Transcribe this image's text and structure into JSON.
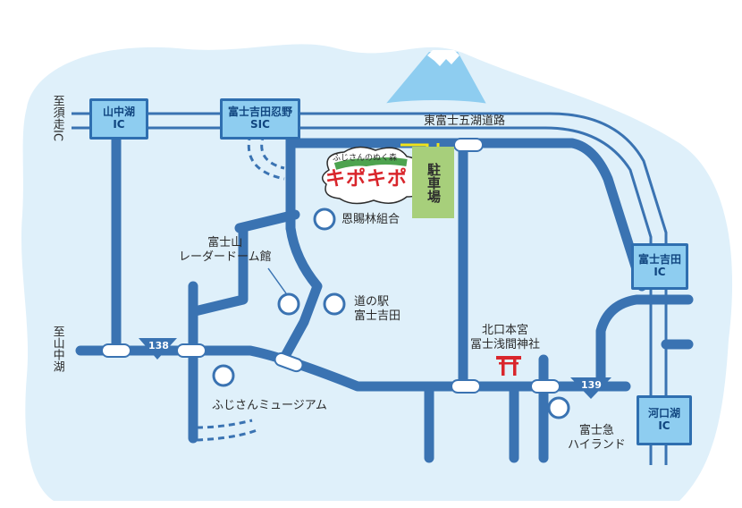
{
  "colors": {
    "road": "#3a73b2",
    "background_land": "#dff0fa",
    "ic_fill": "#8ecdf0",
    "ic_border": "#2f6fb0",
    "parking": "#a7cf7b",
    "arrow": "#f0e31a",
    "torii": "#d9262c",
    "mountain": "#8ecdf0"
  },
  "ic": {
    "yamanakako": "山中湖\nIC",
    "fujiyoshida_oshino": "富士吉田忍野\nSIC",
    "fujiyoshida": "富士吉田\nIC",
    "kawaguchiko": "河口湖\nIC"
  },
  "labels": {
    "to_subashiri": "至須走IC",
    "to_yamanakako": "至山中湖",
    "expressway": "東富士五湖道路",
    "parking": "駐車場",
    "onshirin": "恩賜林組合",
    "radar_dome": "富士山\nレーダードーム館",
    "michinoeki": "道の駅\n富士吉田",
    "shrine": "北口本宮\n冨士浅間神社",
    "museum": "ふじさんミュージアム",
    "highland": "富士急\nハイランド",
    "route138": "138",
    "route139": "139",
    "logo_tagline": "ふじさんのぬく森",
    "logo_name": "キポキポ"
  }
}
